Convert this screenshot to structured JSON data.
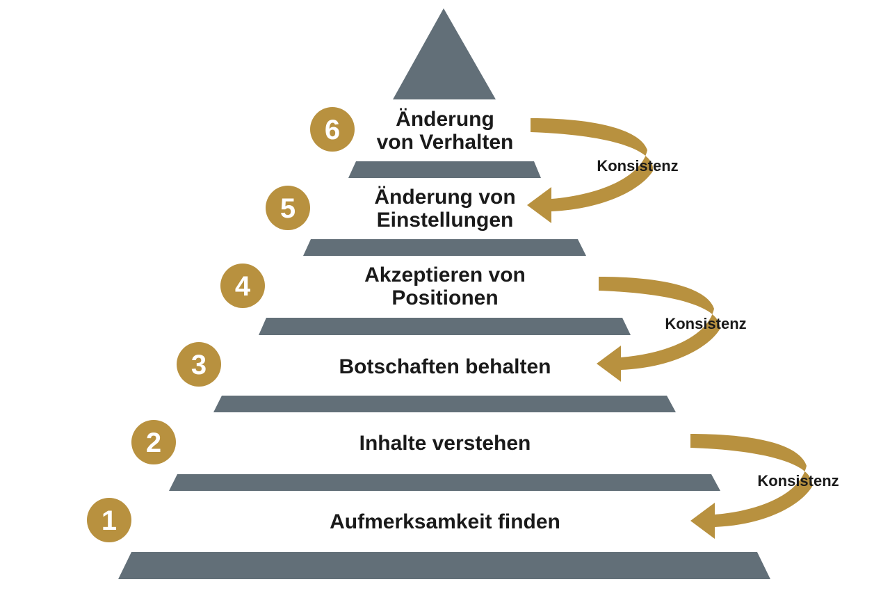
{
  "levels": [
    {
      "number": "1",
      "lines": [
        "Aufmerksamkeit finden"
      ]
    },
    {
      "number": "2",
      "lines": [
        "Inhalte verstehen"
      ]
    },
    {
      "number": "3",
      "lines": [
        "Botschaften behalten"
      ]
    },
    {
      "number": "4",
      "lines": [
        "Akzeptieren von",
        "Positionen"
      ]
    },
    {
      "number": "5",
      "lines": [
        "Änderung von",
        "Einstellungen"
      ]
    },
    {
      "number": "6",
      "lines": [
        "Änderung",
        "von Verhalten"
      ]
    }
  ],
  "consistency": [
    {
      "label": "Konsistenz"
    },
    {
      "label": "Konsistenz"
    },
    {
      "label": "Konsistenz"
    }
  ],
  "colors": {
    "bar": "#626f78",
    "accent": "#b8913f",
    "text": "#1a1a1a"
  }
}
